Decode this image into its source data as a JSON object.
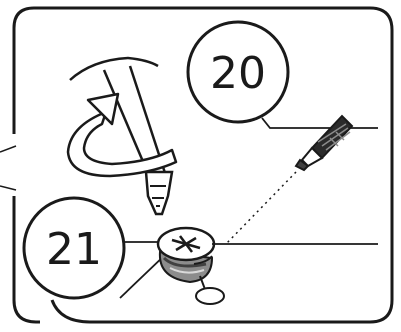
{
  "callouts": [
    {
      "id": "screw-tip",
      "label": "20"
    },
    {
      "id": "cam-fitting",
      "label": "21"
    }
  ],
  "colors": {
    "stroke": "#1a1a1a",
    "background": "#ffffff",
    "light_gray": "#d9d9d9",
    "mid_gray": "#8c8c8c",
    "dark_gray": "#404040"
  },
  "icons": [
    "screwdriver-icon",
    "rotate-arrow-icon",
    "screw-icon",
    "cam-lock-icon",
    "dowel-pin-icon"
  ]
}
